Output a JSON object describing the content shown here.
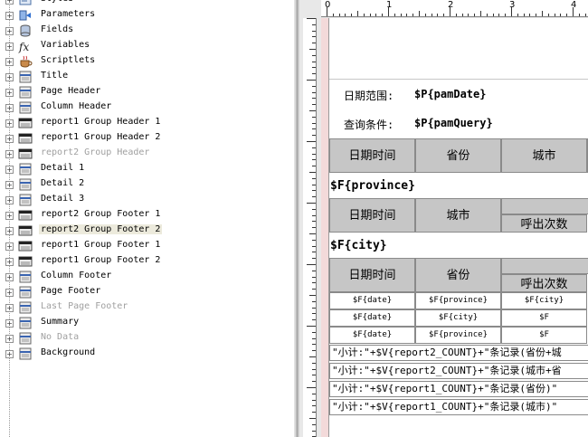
{
  "tree": {
    "items": [
      {
        "label": "Styles",
        "icon": "styles-icon",
        "dim": false
      },
      {
        "label": "Parameters",
        "icon": "parameters-icon",
        "dim": false
      },
      {
        "label": "Fields",
        "icon": "fields-icon",
        "dim": false
      },
      {
        "label": "Variables",
        "icon": "variables-icon",
        "dim": false
      },
      {
        "label": "Scriptlets",
        "icon": "scriptlets-icon",
        "dim": false
      },
      {
        "label": "Title",
        "icon": "band-icon",
        "dim": false
      },
      {
        "label": "Page Header",
        "icon": "band-icon",
        "dim": false
      },
      {
        "label": "Column Header",
        "icon": "band-icon",
        "dim": false
      },
      {
        "label": "report1 Group Header 1",
        "icon": "group-band-icon",
        "dim": false
      },
      {
        "label": "report1 Group Header 2",
        "icon": "group-band-icon",
        "dim": false
      },
      {
        "label": "report2 Group Header",
        "icon": "group-band-icon",
        "dim": true
      },
      {
        "label": "Detail 1",
        "icon": "band-icon",
        "dim": false
      },
      {
        "label": "Detail 2",
        "icon": "band-icon",
        "dim": false
      },
      {
        "label": "Detail 3",
        "icon": "band-icon",
        "dim": false
      },
      {
        "label": "report2 Group Footer 1",
        "icon": "group-band-icon",
        "dim": false
      },
      {
        "label": "report2 Group Footer 2",
        "icon": "group-band-icon",
        "dim": false,
        "selected": true
      },
      {
        "label": "report1 Group Footer 1",
        "icon": "group-band-icon",
        "dim": false
      },
      {
        "label": "report1 Group Footer 2",
        "icon": "group-band-icon",
        "dim": false
      },
      {
        "label": "Column Footer",
        "icon": "band-icon",
        "dim": false
      },
      {
        "label": "Page Footer",
        "icon": "band-icon",
        "dim": false
      },
      {
        "label": "Last Page Footer",
        "icon": "band-icon",
        "dim": true
      },
      {
        "label": "Summary",
        "icon": "band-icon",
        "dim": false
      },
      {
        "label": "No Data",
        "icon": "band-icon",
        "dim": true
      },
      {
        "label": "Background",
        "icon": "band-icon",
        "dim": false
      }
    ]
  },
  "ruler": {
    "numbers": [
      "0",
      "1",
      "2",
      "3",
      "4"
    ]
  },
  "report": {
    "date_label": "日期范围:",
    "date_param": "$P{pamDate}",
    "query_label": "查询条件:",
    "query_param": "$P{pamQuery}",
    "header1": [
      "日期时间",
      "省份",
      "城市"
    ],
    "province_field": "$F{province}",
    "header2": [
      "日期时间",
      "城市",
      "呼出次数"
    ],
    "city_field": "$F{city}",
    "header3": [
      "日期时间",
      "省份",
      "呼出次数"
    ],
    "detail_rows": [
      [
        "$F{date}",
        "$F{province}",
        "$F{city}"
      ],
      [
        "$F{date}",
        "$F{city}",
        "$F"
      ],
      [
        "$F{date}",
        "$F{province}",
        "$F"
      ]
    ],
    "footers": [
      "\"小计:\"+$V{report2_COUNT}+\"条记录(省份+城",
      "\"小计:\"+$V{report2_COUNT}+\"条记录(城市+省",
      "\"小计:\"+$V{report1_COUNT}+\"条记录(省份)\"",
      "\"小计:\"+$V{report1_COUNT}+\"条记录(城市)\""
    ]
  }
}
